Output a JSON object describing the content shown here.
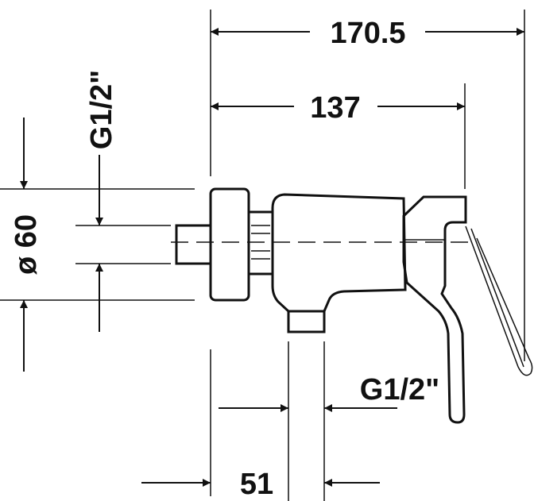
{
  "dimensions": {
    "overall_width": "170.5",
    "body_width": "137",
    "outlet_offset": "51",
    "diameter": "ø 60",
    "inlet_thread": "G1/2\"",
    "outlet_thread": "G1/2\""
  }
}
